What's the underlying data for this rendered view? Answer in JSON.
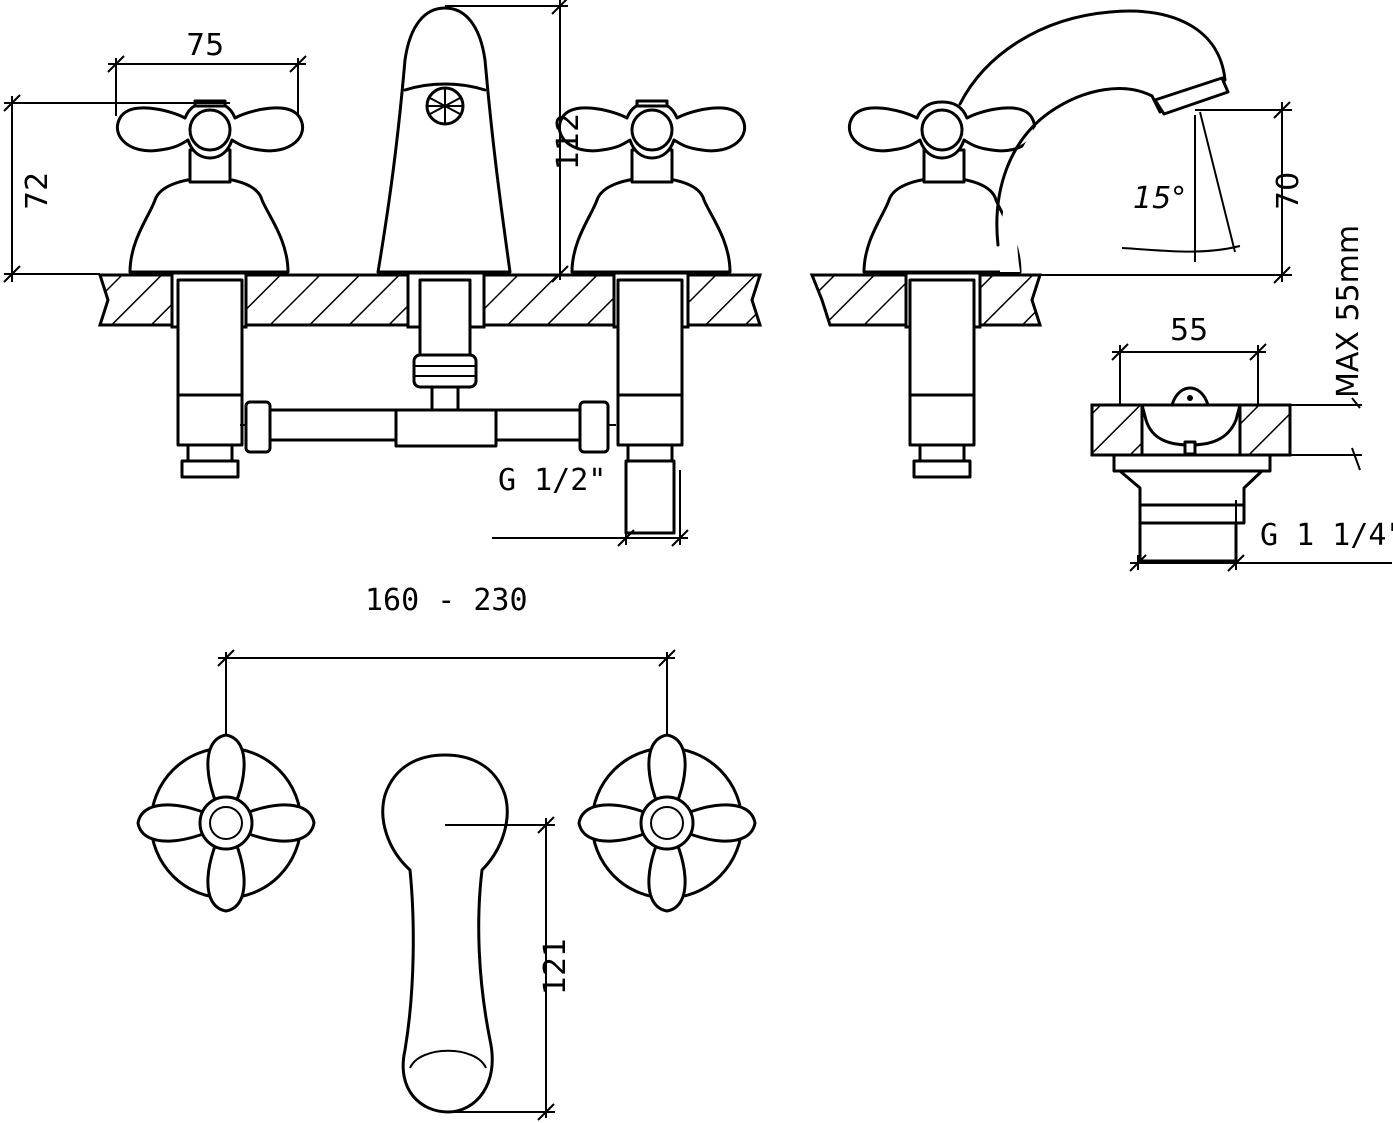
{
  "dimensions": {
    "handle_width": "75",
    "handle_height": "72",
    "spout_height": "112",
    "spout_reach_height": "70",
    "spout_angle": "15°",
    "max_thickness": "MAX 55mm",
    "waste_width": "55",
    "thread_inlet": "G 1/2\"",
    "thread_waste": "G 1 1/4\"",
    "spacing": "160 - 230",
    "spout_length": "121"
  }
}
